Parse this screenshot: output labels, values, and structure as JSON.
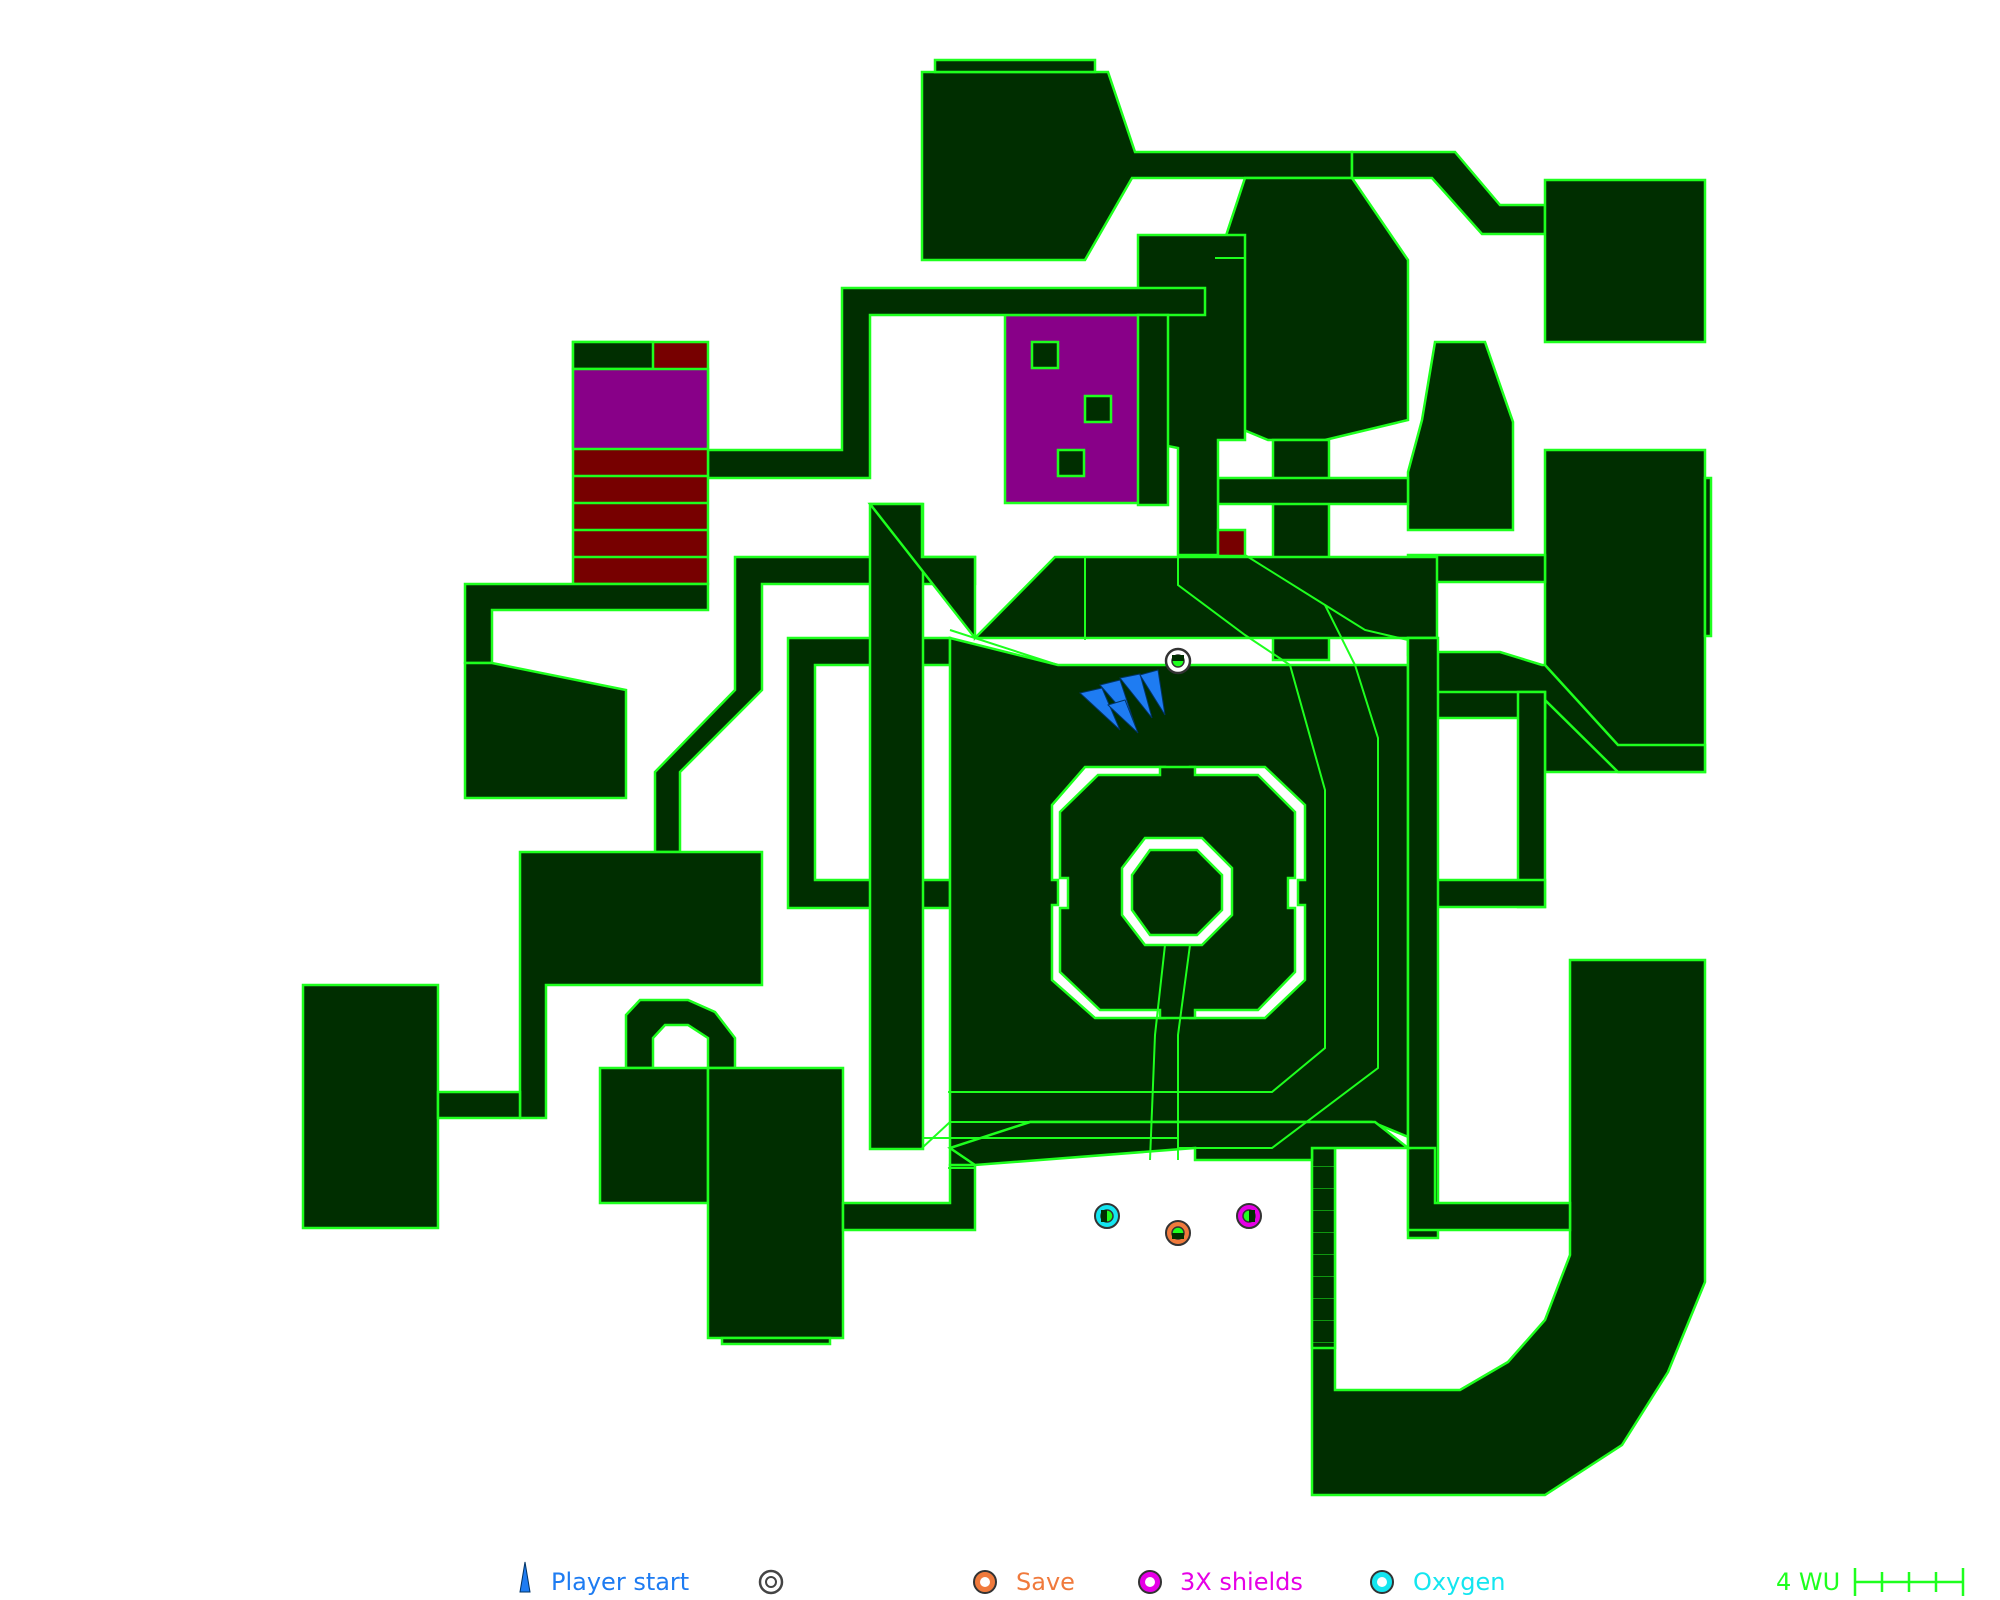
{
  "colors": {
    "floor_fill": "#002E00",
    "outline": "#1EFF1E",
    "platform_fill": "#880088",
    "hazard_fill": "#770000",
    "background": "#FFFFFF"
  },
  "legend": {
    "player_start": {
      "label": "Player start",
      "color": "#1E7CF2",
      "icon": "triangle-icon"
    },
    "unlabeled_marker": {
      "label": "",
      "color": "#444444",
      "icon": "ring-icon"
    },
    "save": {
      "label": "Save",
      "color": "#F07A3C",
      "icon": "ring-icon"
    },
    "shields": {
      "label": "3X shields",
      "color": "#E600E6",
      "icon": "ring-icon"
    },
    "oxygen": {
      "label": "Oxygen",
      "color": "#14E6F0",
      "icon": "ring-icon"
    },
    "scale": {
      "label": "4 WU",
      "color": "#1EFF1E",
      "ticks": 4
    }
  }
}
